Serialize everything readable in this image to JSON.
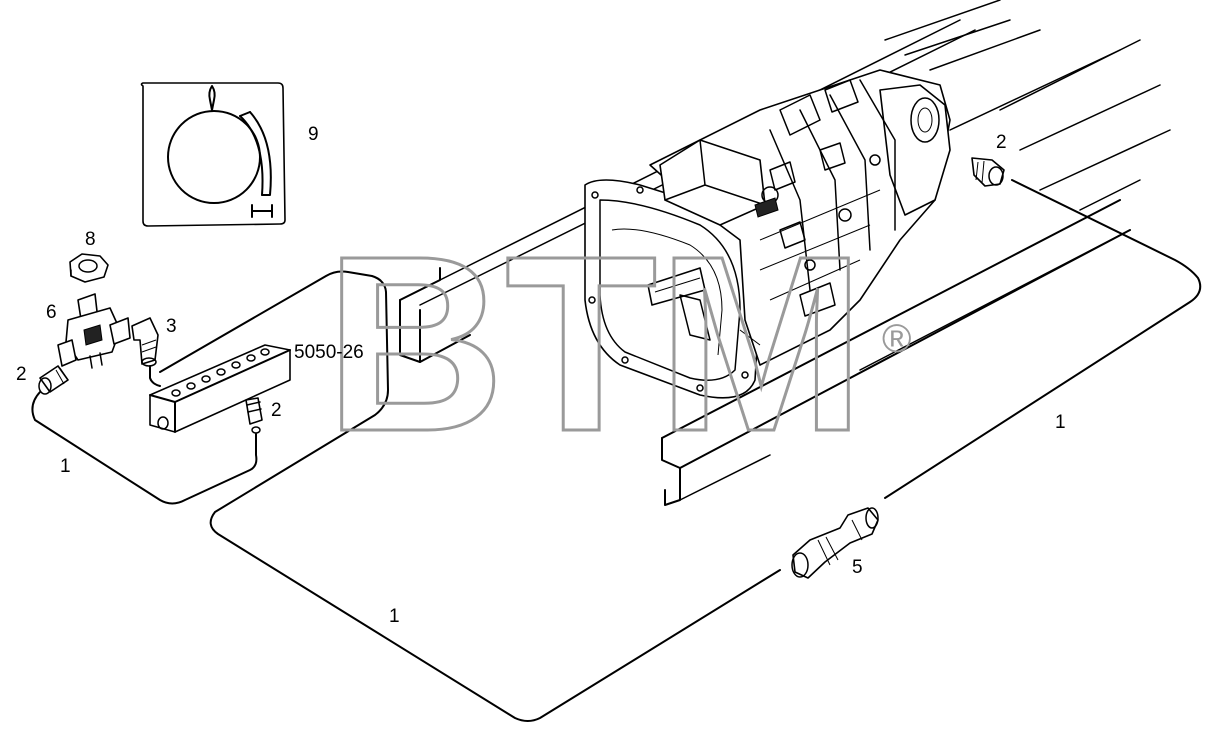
{
  "diagram": {
    "labels": {
      "callout_9": "9",
      "callout_8": "8",
      "callout_6": "6",
      "callout_3": "3",
      "callout_2_left": "2",
      "callout_2_block": "2",
      "callout_2_right": "2",
      "callout_1_left": "1",
      "callout_1_bottom": "1",
      "callout_1_right": "1",
      "callout_5": "5",
      "part_code": "5050-26"
    },
    "watermark": {
      "text": "BTM",
      "registered": "®"
    }
  }
}
